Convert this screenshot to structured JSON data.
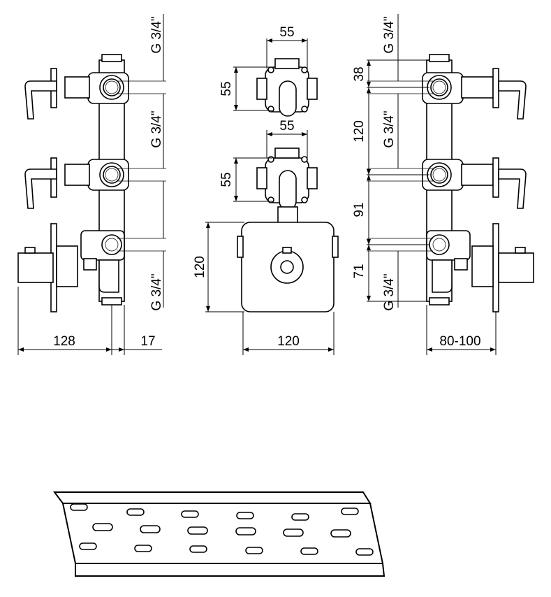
{
  "dimensions": {
    "left_width": "128",
    "left_depth": "17",
    "front_top_width": "55",
    "front_top_height": "55",
    "front_mid_width": "55",
    "front_mid_height": "55",
    "plate_width": "120",
    "plate_height": "120",
    "right_depth": "80-100",
    "spacing_1": "38",
    "spacing_2": "120",
    "spacing_3": "91",
    "spacing_4": "71"
  },
  "threads": {
    "left_top": "G 3/4\"",
    "left_mid": "G 3/4\"",
    "left_bottom": "G 3/4\"",
    "right_top": "G 3/4\"",
    "right_mid": "G 3/4\"",
    "right_bottom": "G 3/4\""
  },
  "colors": {
    "line": "#000000",
    "background": "#ffffff"
  }
}
